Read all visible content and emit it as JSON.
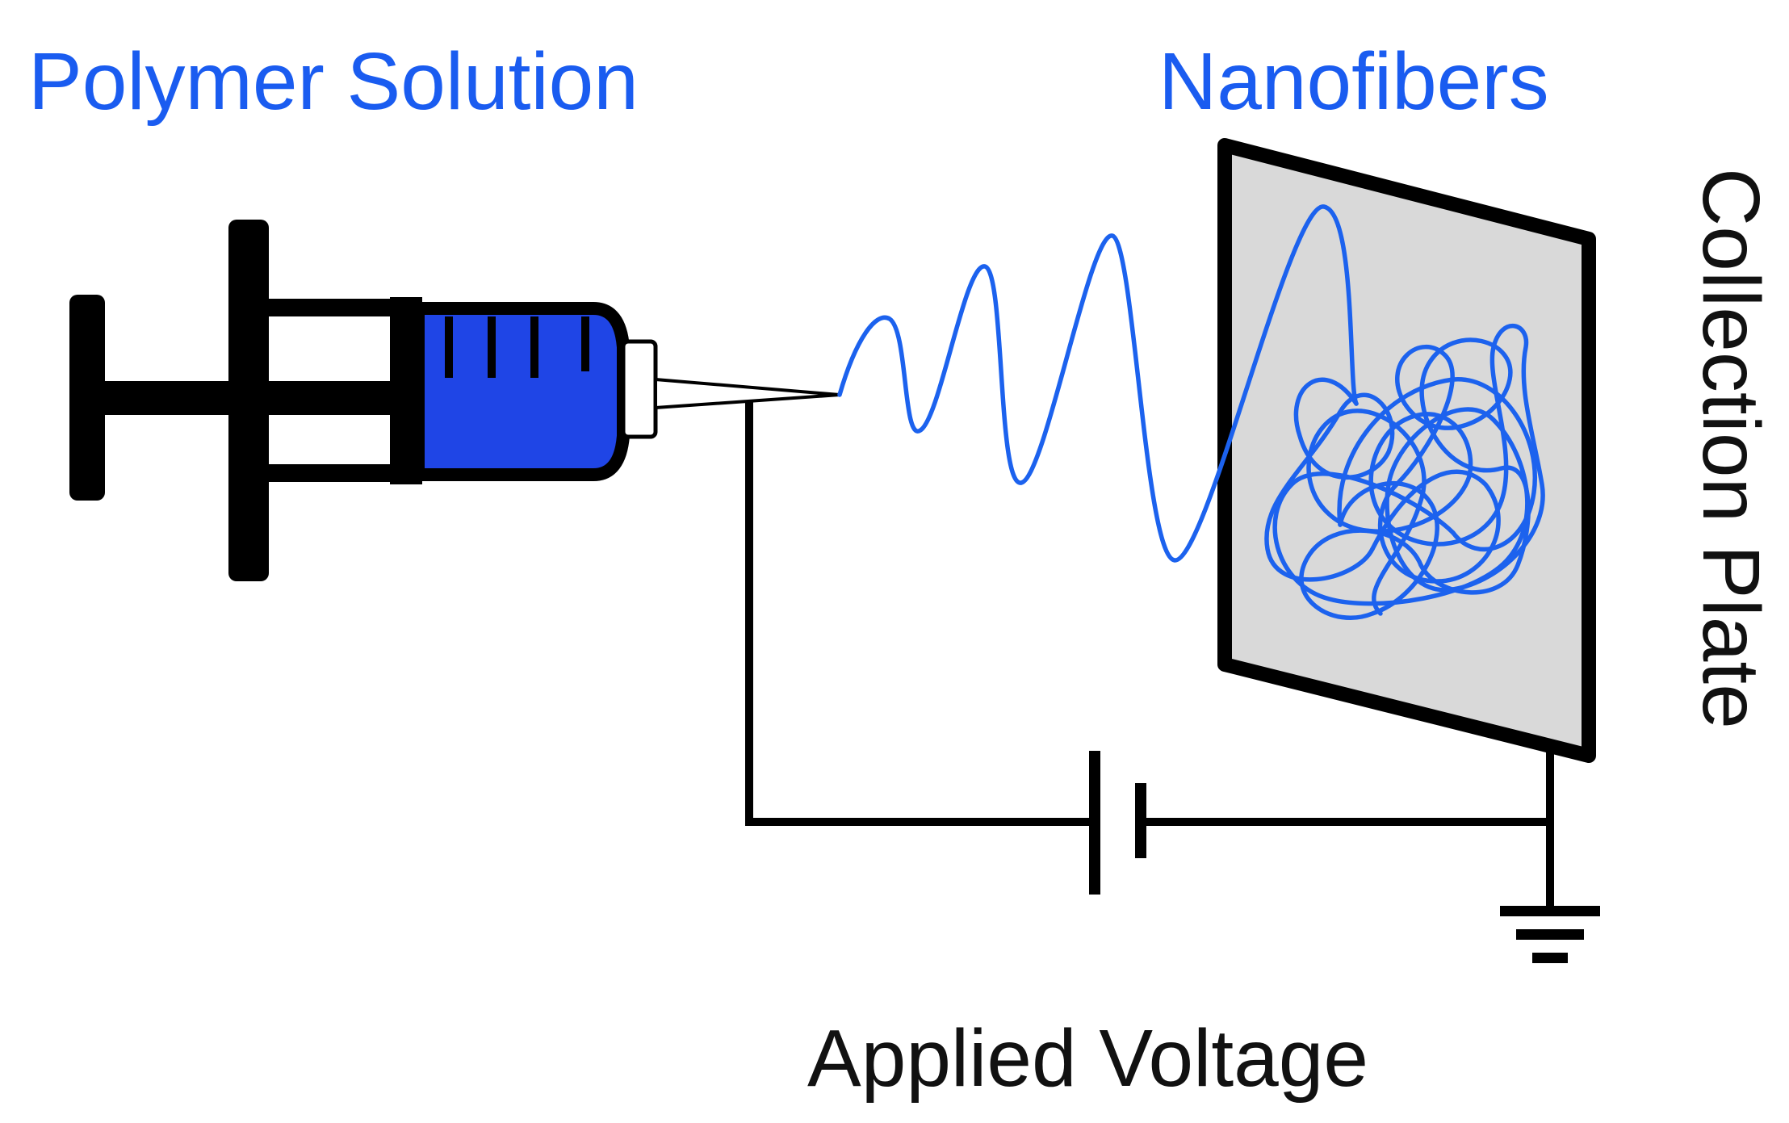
{
  "labels": {
    "polymer_solution": "Polymer Solution",
    "nanofibers": "Nanofibers",
    "collection_plate": "Collection Plate",
    "applied_voltage": "Applied Voltage"
  },
  "colors": {
    "accent_blue": "#1a5cf0",
    "solution_fill": "#1f45e6",
    "fiber_blue": "#1c62ee",
    "plate_fill": "#d9d9d9",
    "line_black": "#000000",
    "text_black": "#111111",
    "background": "#ffffff"
  }
}
